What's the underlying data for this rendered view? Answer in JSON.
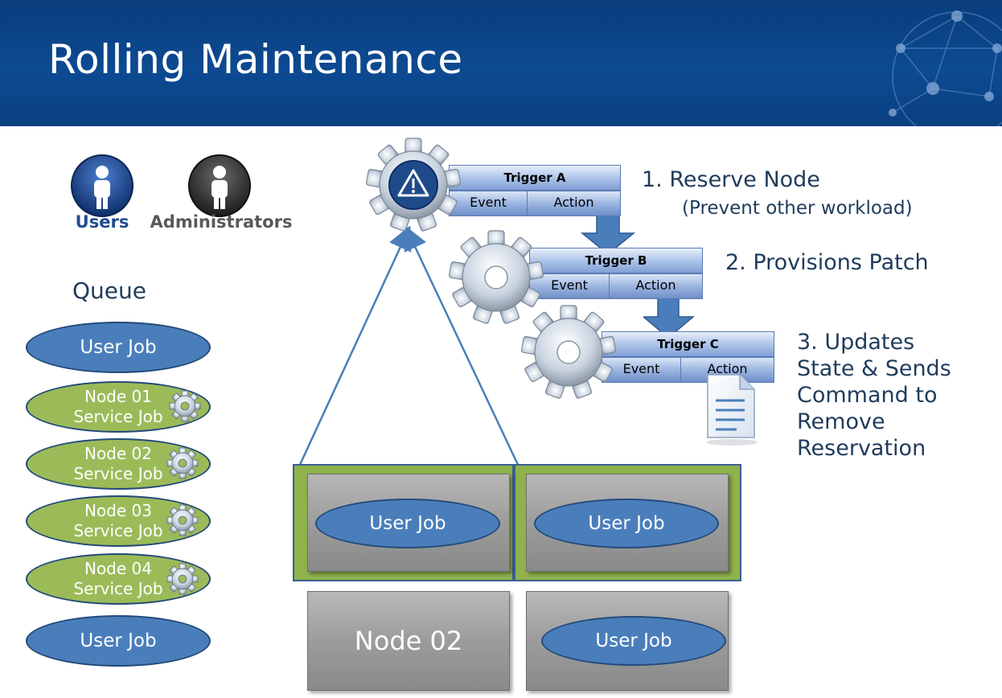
{
  "title": "Rolling Maintenance",
  "roles": {
    "users": "Users",
    "administrators": "Administrators"
  },
  "queue": {
    "title": "Queue",
    "items": [
      {
        "line1": "User Job",
        "line2": ""
      },
      {
        "line1": "Node 01",
        "line2": "Service Job"
      },
      {
        "line1": "Node 02",
        "line2": "Service Job"
      },
      {
        "line1": "Node 03",
        "line2": "Service Job"
      },
      {
        "line1": "Node 04",
        "line2": "Service Job"
      },
      {
        "line1": "User Job",
        "line2": ""
      }
    ]
  },
  "triggers": [
    {
      "name": "Trigger A",
      "event": "Event",
      "action": "Action"
    },
    {
      "name": "Trigger B",
      "event": "Event",
      "action": "Action"
    },
    {
      "name": "Trigger C",
      "event": "Event",
      "action": "Action"
    }
  ],
  "steps": {
    "step1_title": "1.  Reserve Node",
    "step1_sub": "(Prevent  other  workload)",
    "step2": "2.  Provisions Patch",
    "step3_lines": [
      "3.  Updates",
      "State & Sends",
      "Command to",
      "Remove",
      "Reservation"
    ]
  },
  "nodes": {
    "top_left_job": "User Job",
    "top_right_job": "User Job",
    "bottom_left_label": "Node 02",
    "bottom_right_job": "User Job"
  },
  "colors": {
    "header": "#0c4a92",
    "user_job": "#4a7ebb",
    "service_job": "#9bbb59",
    "node_highlight": "#8fb24d",
    "arrow": "#4a7ebb",
    "text_dark": "#1f3b5c"
  },
  "icons": {
    "users": "person-icon",
    "administrators": "person-icon",
    "trigger_a": "warning-gear-icon",
    "trigger_b": "gear-icon",
    "trigger_c": "gear-icon",
    "document": "document-icon"
  }
}
